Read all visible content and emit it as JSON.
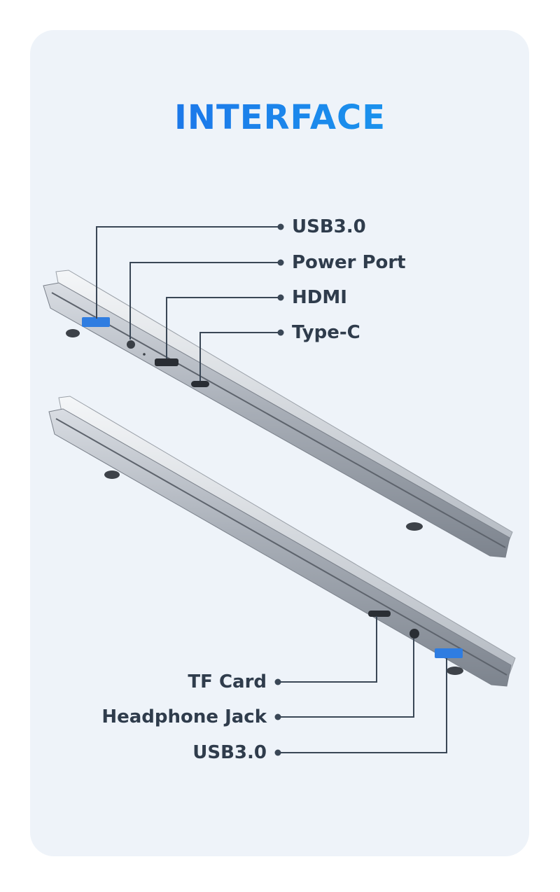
{
  "title": "INTERFACE",
  "top_ports": [
    {
      "label": "USB3.0"
    },
    {
      "label": "Power Port"
    },
    {
      "label": "HDMI"
    },
    {
      "label": "Type-C"
    }
  ],
  "bottom_ports": [
    {
      "label": "TF Card"
    },
    {
      "label": "Headphone Jack"
    },
    {
      "label": "USB3.0"
    }
  ],
  "colors": {
    "title_start": "#1d63e6",
    "title_end": "#1aa7f0",
    "label": "#2f3c4c",
    "leader_line": "#3a4756",
    "usb_accent": "#2f7de1"
  }
}
